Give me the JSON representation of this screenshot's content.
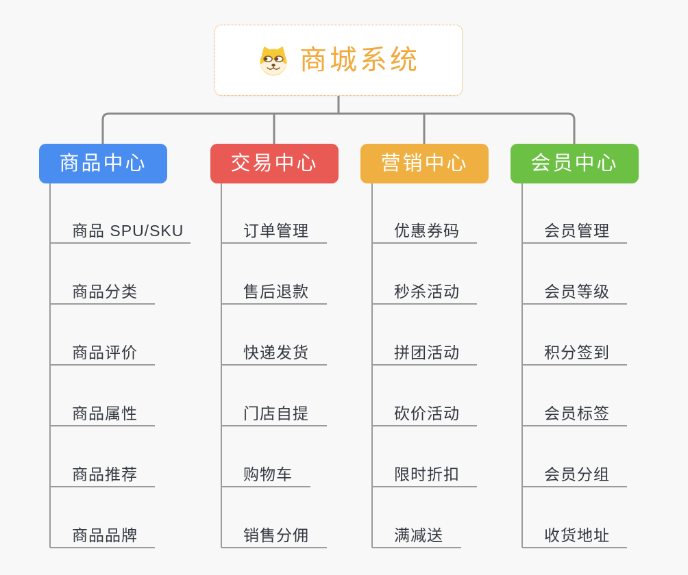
{
  "root": {
    "label": "商城系统",
    "icon": "shiba-dog-icon",
    "text_color": "#f2a93c",
    "border_color": "#f0ad4e"
  },
  "branches": [
    {
      "label": "商品中心",
      "color": "#4a8df0",
      "children": [
        "商品 SPU/SKU",
        "商品分类",
        "商品评价",
        "商品属性",
        "商品推荐",
        "商品品牌"
      ]
    },
    {
      "label": "交易中心",
      "color": "#e95a55",
      "children": [
        "订单管理",
        "售后退款",
        "快递发货",
        "门店自提",
        "购物车",
        "销售分佣"
      ]
    },
    {
      "label": "营销中心",
      "color": "#efb041",
      "children": [
        "优惠券码",
        "秒杀活动",
        "拼团活动",
        "砍价活动",
        "限时折扣",
        "满减送"
      ]
    },
    {
      "label": "会员中心",
      "color": "#6cc044",
      "children": [
        "会员管理",
        "会员等级",
        "积分签到",
        "会员标签",
        "会员分组",
        "收货地址"
      ]
    }
  ],
  "connector_colors": {
    "main": "#8a8a8a",
    "leaf": "#9b9b9b"
  },
  "background_color": "#f8f8f8"
}
